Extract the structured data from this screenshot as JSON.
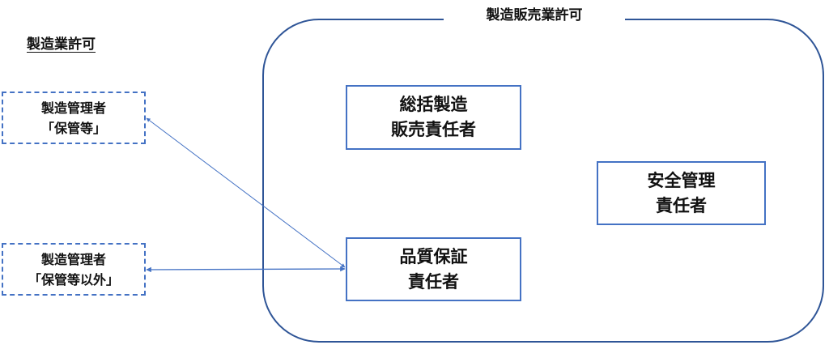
{
  "left_license": "製造業許可",
  "outer_license": "製造販売業許可",
  "dashed_boxes": [
    {
      "line1": "製造管理者",
      "line2": "「保管等」"
    },
    {
      "line1": "製造管理者",
      "line2": "「保管等以外」"
    }
  ],
  "roles": {
    "general": {
      "line1": "総括製造",
      "line2": "販売責任者"
    },
    "safety": {
      "line1": "安全管理",
      "line2": "責任者"
    },
    "quality": {
      "line1": "品質保証",
      "line2": "責任者"
    }
  },
  "colors": {
    "box": "#4472c4",
    "outer": "#2f5597"
  }
}
